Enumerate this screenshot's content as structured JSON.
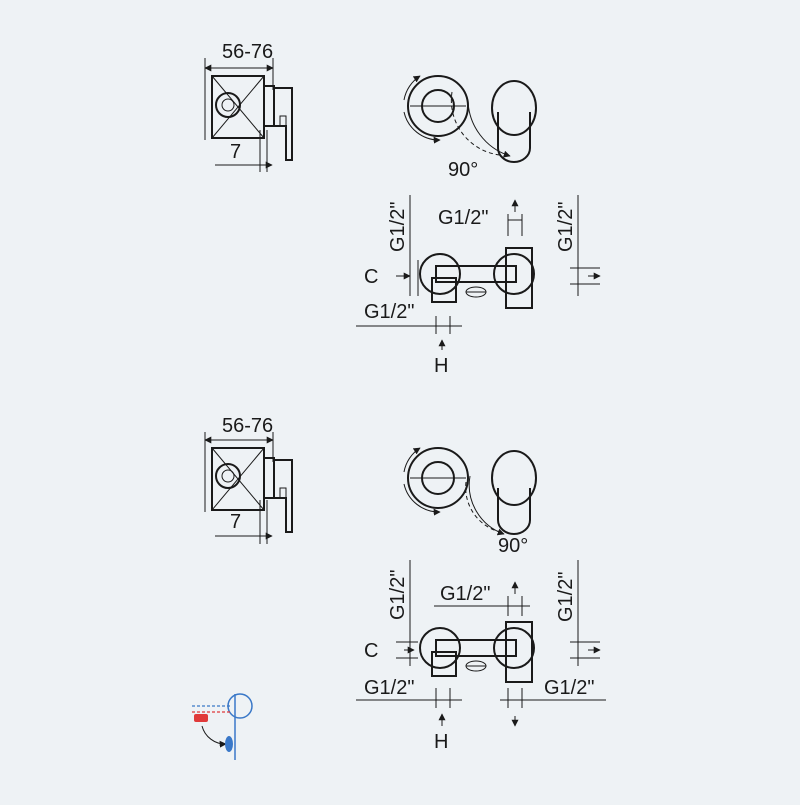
{
  "diagram": {
    "top": {
      "side_width": "56-76",
      "side_depth": "7",
      "rotation": "90°",
      "pipe_left_vertical": "G1/2\"",
      "pipe_top": "G1/2\"",
      "pipe_right_vertical": "G1/2\"",
      "cold_label": "C",
      "pipe_bottom_left": "G1/2\"",
      "hot_label": "H"
    },
    "bottom": {
      "side_width": "56-76",
      "side_depth": "7",
      "rotation": "90°",
      "pipe_left_vertical": "G1/2\"",
      "pipe_top": "G1/2\"",
      "pipe_right_vertical": "G1/2\"",
      "cold_label": "C",
      "pipe_bottom_left": "G1/2\"",
      "pipe_bottom_right": "G1/2\"",
      "hot_label": "H"
    },
    "legend_icon": "single-lever-mixer-icon",
    "colors": {
      "line": "#1a1a1a",
      "background": "#eef2f5",
      "accent_red": "#e03a3a",
      "accent_blue": "#3a78c8"
    }
  }
}
